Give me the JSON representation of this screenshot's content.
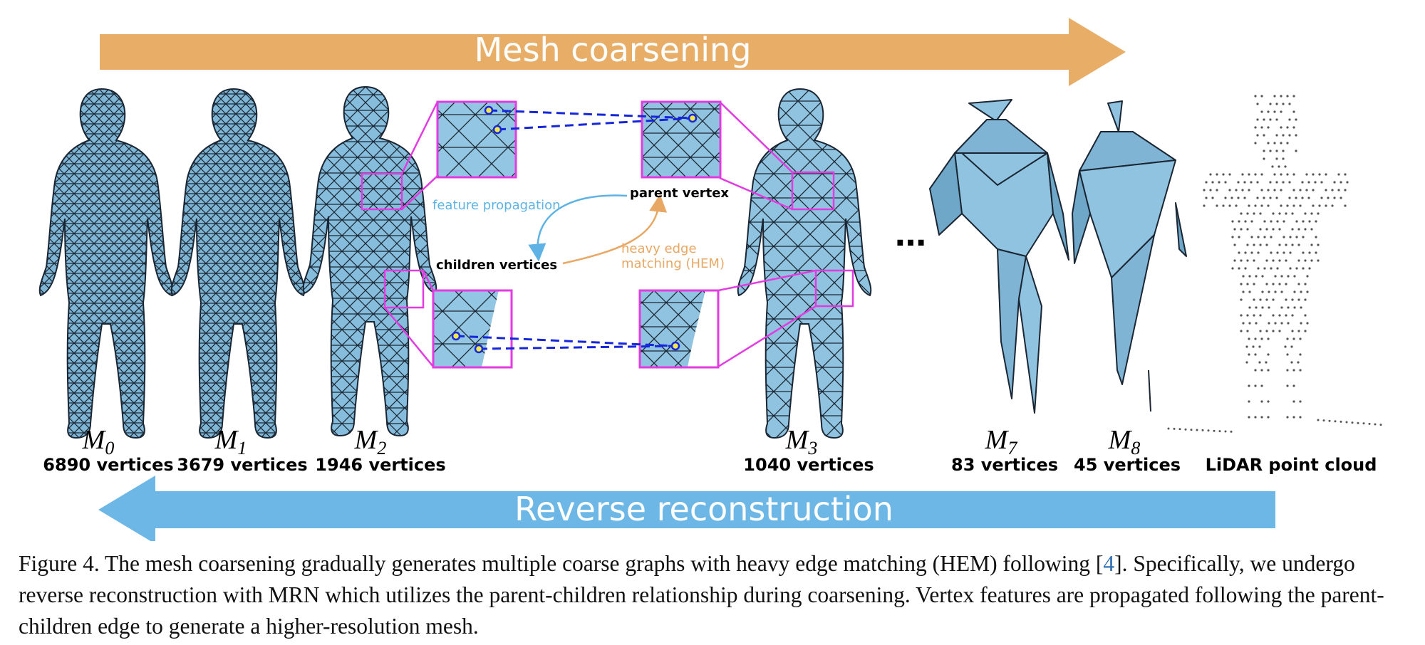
{
  "colors": {
    "coarsen_arrow": "#E8AE67",
    "reverse_arrow": "#6DB7E6",
    "mesh_fill": "#8FC3E0",
    "mesh_line": "#1a2633",
    "zoom_box": "#E23BE2",
    "match_line": "#1626D9",
    "vertex_dot": "#F2E84A",
    "propagation": "#5EB3E4",
    "hem": "#E8A864"
  },
  "arrows": {
    "top_label": "Mesh coarsening",
    "bottom_label": "Reverse reconstruction"
  },
  "meshes": [
    {
      "symbol": "M",
      "subscript": "0",
      "vertices": "6890 vertices"
    },
    {
      "symbol": "M",
      "subscript": "1",
      "vertices": "3679 vertices"
    },
    {
      "symbol": "M",
      "subscript": "2",
      "vertices": "1946 vertices"
    },
    {
      "symbol": "M",
      "subscript": "3",
      "vertices": "1040 vertices"
    },
    {
      "symbol": "M",
      "subscript": "7",
      "vertices": "83 vertices"
    },
    {
      "symbol": "M",
      "subscript": "8",
      "vertices": "45 vertices"
    }
  ],
  "point_cloud_label": "LiDAR point cloud",
  "ellipsis": "…",
  "annotations": {
    "parent": "parent vertex",
    "children": "children vertices",
    "propagation": "feature propagation",
    "hem_line1": "heavy edge",
    "hem_line2": "matching (HEM)"
  },
  "caption": {
    "before_ref": "Figure 4. The mesh coarsening gradually generates multiple coarse graphs with heavy edge matching (HEM) following [",
    "ref": "4",
    "after_ref": "]. Specifically, we undergo reverse reconstruction with MRN which utilizes the parent-children relationship during coarsening. Vertex features are propagated following the parent-children edge to generate a higher-resolution mesh."
  }
}
